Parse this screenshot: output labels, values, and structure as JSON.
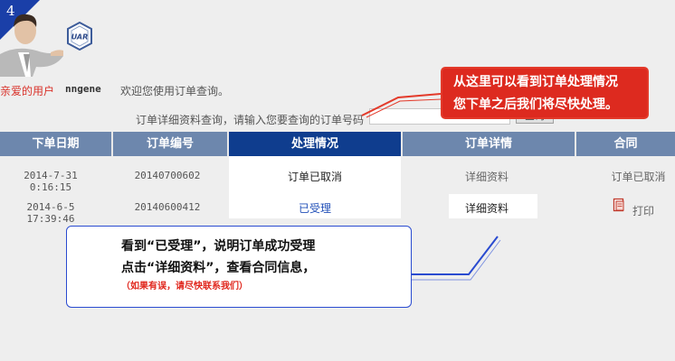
{
  "step": {
    "number": "4"
  },
  "header": {
    "logo_text": "UAR",
    "greeting_label": "亲爱的用户",
    "username": "nngene",
    "welcome": "欢迎您使用订单查询。"
  },
  "search": {
    "label": "订单详细资料查询，请输入您要查询的订单号码",
    "value": "",
    "button_label": "查询"
  },
  "table": {
    "columns": [
      "下单日期",
      "订单编号",
      "处理情况",
      "订单详情",
      "合同"
    ],
    "rows": [
      {
        "date": "2014-7-31 0:16:15",
        "order_no": "20140700602",
        "status": "订单已取消",
        "detail": "详细资料",
        "contract": "订单已取消"
      },
      {
        "date": "2014-6-5 17:39:46",
        "order_no": "20140600412",
        "status": "已受理",
        "detail": "详细资料",
        "contract": "打印"
      }
    ]
  },
  "callouts": {
    "top": {
      "line1": "从这里可以看到订单处理情况",
      "line2": "您下单之后我们将尽快处理。"
    },
    "bottom": {
      "line1": "看到“已受理”，说明订单成功受理",
      "line2": "点击“详细资料”，查看合同信息，",
      "line3": "（如果有误，请尽快联系我们）"
    }
  },
  "colors": {
    "header": "#6d87ad",
    "header_active": "#0f3d8e",
    "callout_red": "#dd2a1f",
    "callout_border_blue": "#2a4bd0",
    "link_blue": "#2250b8"
  },
  "icons": {
    "print": "print-icon"
  }
}
